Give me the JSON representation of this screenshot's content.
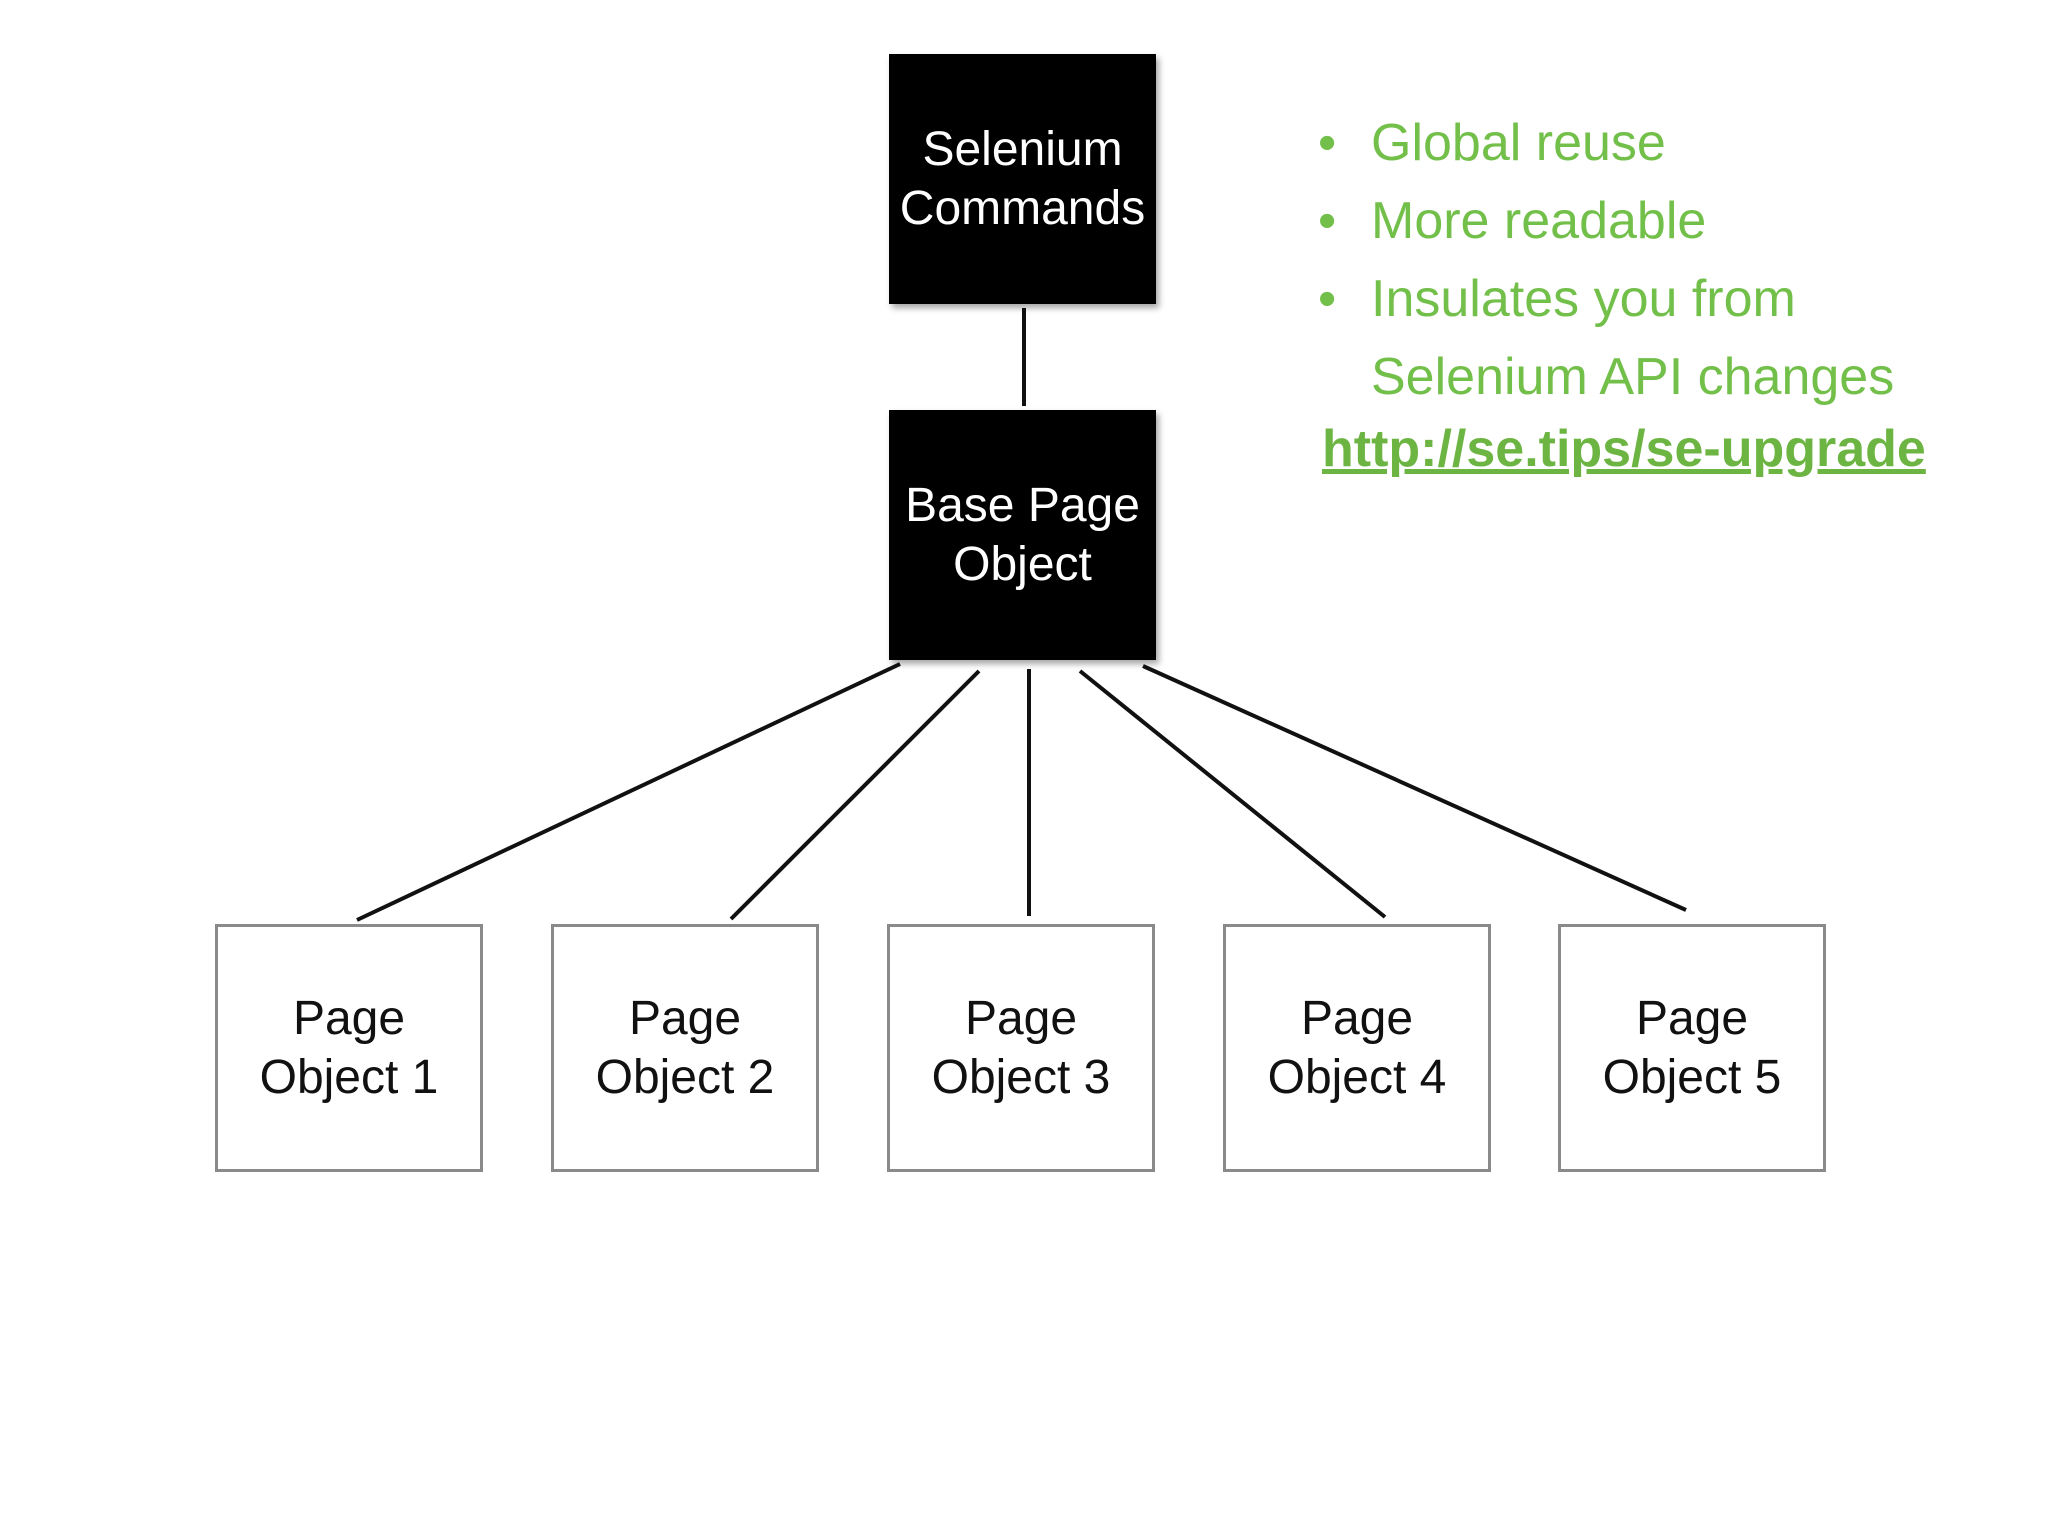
{
  "diagram": {
    "top_box": {
      "label": "Selenium\nCommands"
    },
    "middle_box": {
      "label": "Base Page\nObject"
    },
    "page_objects": [
      {
        "label": "Page\nObject 1"
      },
      {
        "label": "Page\nObject 2"
      },
      {
        "label": "Page\nObject 3"
      },
      {
        "label": "Page\nObject 4"
      },
      {
        "label": "Page\nObject 5"
      }
    ]
  },
  "benefits": {
    "bullet_symbol": "•",
    "items": [
      "Global reuse",
      "More readable",
      "Insulates you from Selenium API changes"
    ],
    "link": "http://se.tips/se-upgrade"
  },
  "colors": {
    "accent_green": "#72bf4a",
    "box_fill": "#000000",
    "box_border": "#8a8a8a"
  }
}
